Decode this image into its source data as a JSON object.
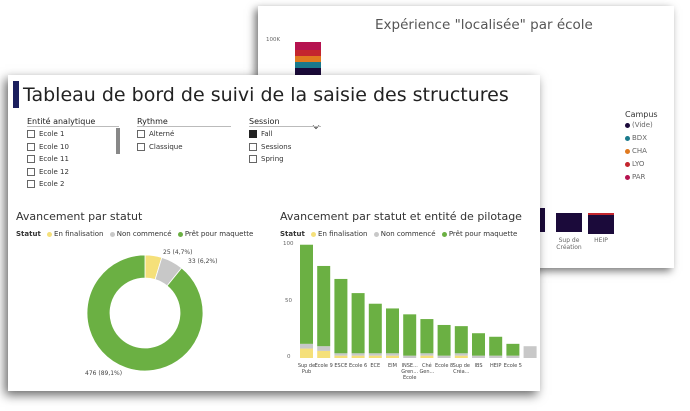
{
  "back_chart": {
    "title": "Expérience \"localisée\" par école",
    "y_tick": "100K",
    "campus_title": "Campus",
    "campus": [
      {
        "label": "(Vide)",
        "color": "#1b0a3a"
      },
      {
        "label": "BDX",
        "color": "#1a7a8c"
      },
      {
        "label": "CHA",
        "color": "#e07a1f"
      },
      {
        "label": "LYO",
        "color": "#c4262e"
      },
      {
        "label": "PAR",
        "color": "#b5124f"
      }
    ],
    "x_labels": [
      "Sup de Création",
      "HEIP"
    ]
  },
  "dashboard": {
    "title": "Tableau de bord de suivi de la saisie des structures",
    "slicers": {
      "entite": {
        "title": "Entité analytique",
        "items": [
          "Ecole 1",
          "Ecole 10",
          "Ecole 11",
          "Ecole 12",
          "Ecole 2"
        ]
      },
      "rythme": {
        "title": "Rythme",
        "items": [
          "Alterné",
          "Classique"
        ]
      },
      "session": {
        "title": "Session",
        "items": [
          "Fall",
          "Sessions",
          "Spring"
        ],
        "checked": "Fall"
      }
    }
  },
  "legend": {
    "label": "Statut",
    "items": [
      {
        "label": "En finalisation",
        "color": "#f5e07a"
      },
      {
        "label": "Non commencé",
        "color": "#c8c8c8"
      },
      {
        "label": "Prêt pour maquette",
        "color": "#6bb043"
      }
    ]
  },
  "chart_data": [
    {
      "type": "pie",
      "title": "Avancement par statut",
      "categories": [
        "En finalisation",
        "Non commencé",
        "Prêt pour maquette"
      ],
      "values": [
        25,
        33,
        476
      ],
      "labels": [
        "25 (4,7%)",
        "33 (6,2%)",
        "476 (89,1%)"
      ],
      "colors": [
        "#f5e07a",
        "#c8c8c8",
        "#6bb043"
      ],
      "legend": "top-left"
    },
    {
      "type": "bar",
      "stacked": true,
      "title": "Avancement par statut et entité de pilotage",
      "categories": [
        "Sup de Pub",
        "Ecole 9",
        "ESCE",
        "Ecole 6",
        "ECE",
        "EIM",
        "INSE... Gren... Ecole",
        "Ché Gen...",
        "Ecole 8",
        "Sup de Créa...",
        "IBS",
        "HEIP",
        "Ecole 5",
        ""
      ],
      "ylim": [
        0,
        100
      ],
      "y_ticks": [
        "0",
        "50",
        "100"
      ],
      "series": [
        {
          "name": "En finalisation",
          "color": "#f5e07a",
          "values": [
            8,
            6,
            2,
            2,
            2,
            2,
            0,
            2,
            0,
            2,
            0,
            0,
            0,
            0
          ]
        },
        {
          "name": "Non commencé",
          "color": "#c8c8c8",
          "values": [
            4,
            4,
            2,
            2,
            2,
            2,
            2,
            2,
            2,
            2,
            2,
            2,
            2,
            10
          ]
        },
        {
          "name": "Prêt pour maquette",
          "color": "#6bb043",
          "values": [
            84,
            68,
            63,
            51,
            42,
            38,
            35,
            29,
            26,
            23,
            19,
            16,
            10,
            0
          ]
        }
      ],
      "legend": "top-left",
      "grid": false
    }
  ]
}
